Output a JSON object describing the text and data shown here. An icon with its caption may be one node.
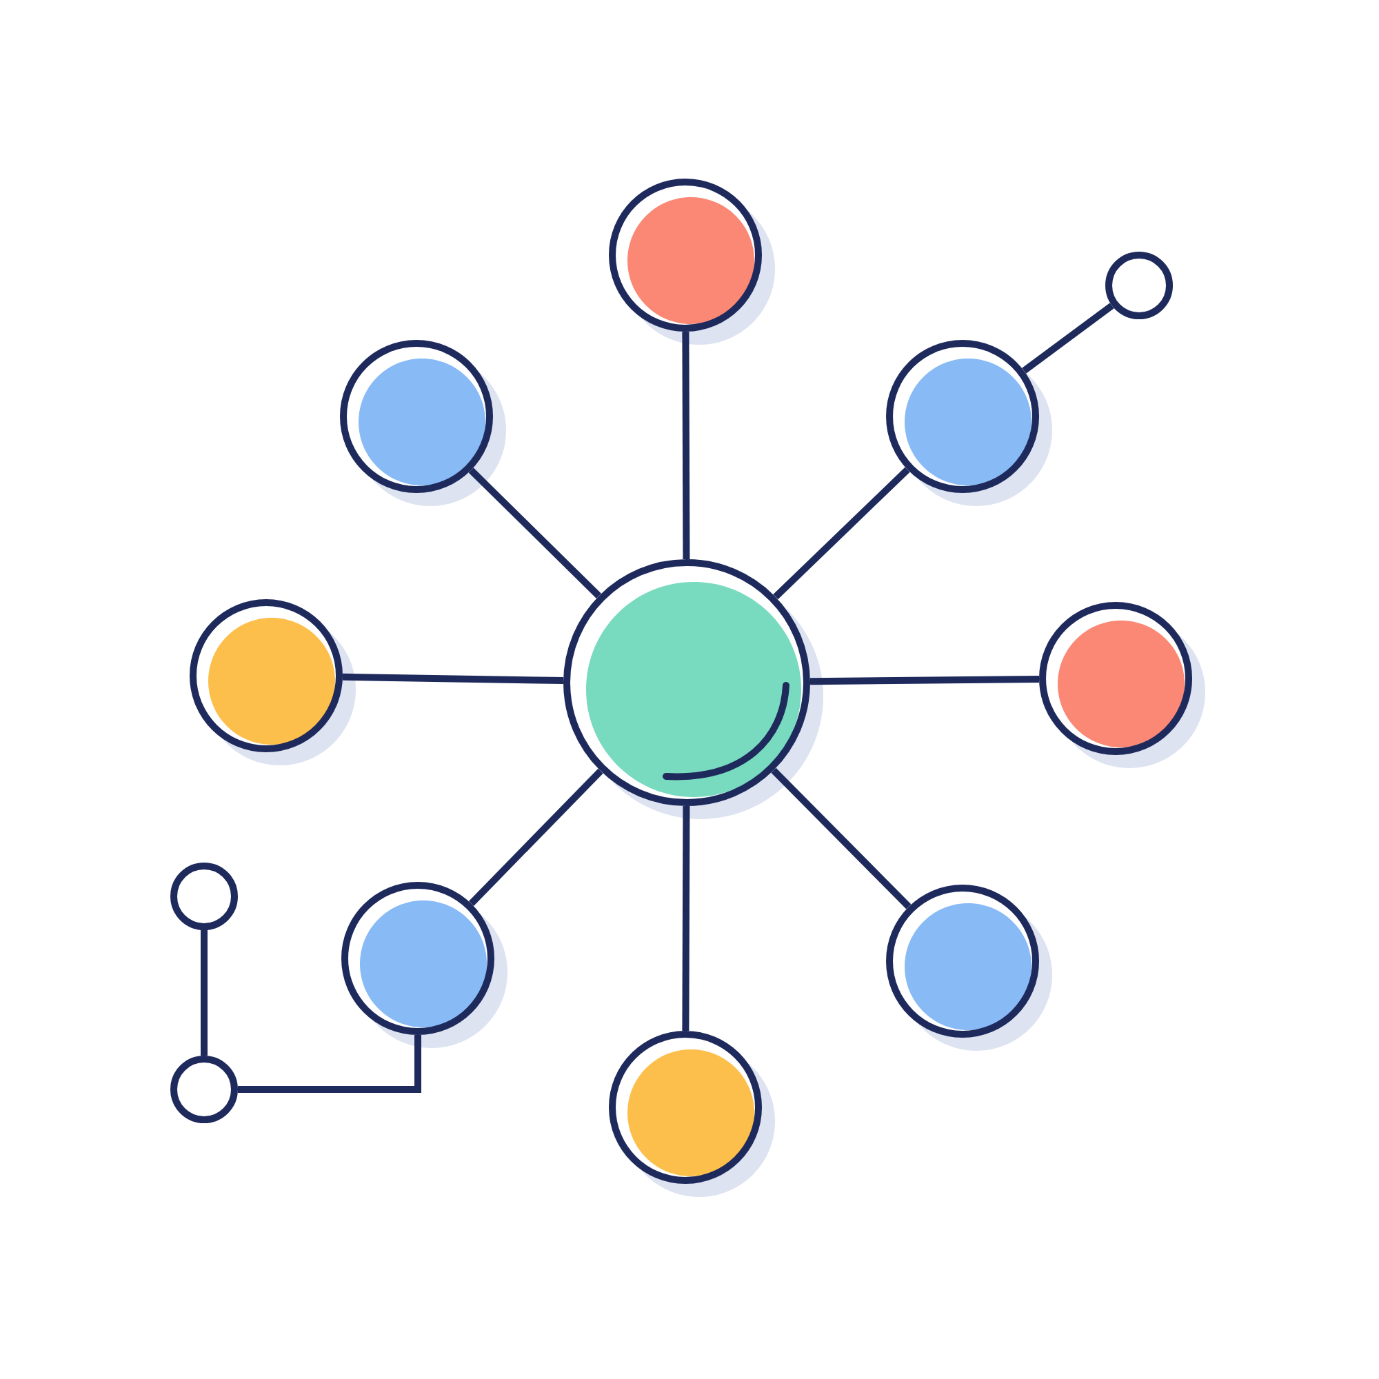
{
  "diagram": {
    "nodes": [
      {
        "text": [],
        "shape": "circle"
      },
      {
        "text": [],
        "shape": "circle"
      },
      {
        "text": [],
        "shape": "circle"
      },
      {
        "text": [],
        "shape": "circle"
      },
      {
        "text": [],
        "shape": "circle"
      },
      {
        "text": [],
        "shape": "circle"
      },
      {
        "text": [],
        "shape": "circle"
      },
      {
        "text": [],
        "shape": "circle"
      },
      {
        "text": [],
        "shape": "circle"
      },
      {
        "text": [],
        "shape": "circle"
      },
      {
        "text": [],
        "shape": "circle"
      },
      {
        "text": [],
        "shape": "circle"
      }
    ],
    "edges": [
      {
        "from": 5,
        "to": 0,
        "arrow": "none"
      },
      {
        "from": 5,
        "to": 2,
        "arrow": "none"
      },
      {
        "from": 5,
        "to": 3,
        "arrow": "none"
      },
      {
        "from": 5,
        "to": 4,
        "arrow": "none"
      },
      {
        "from": 5,
        "to": 6,
        "arrow": "none"
      },
      {
        "from": 5,
        "to": 8,
        "arrow": "none"
      },
      {
        "from": 5,
        "to": 9,
        "arrow": "none"
      },
      {
        "from": 5,
        "to": 11,
        "arrow": "none"
      },
      {
        "from": 3,
        "to": 1,
        "arrow": "none"
      },
      {
        "from": 7,
        "to": 10,
        "arrow": "none"
      },
      {
        "from": 10,
        "to": 8,
        "arrow": "none"
      }
    ]
  }
}
